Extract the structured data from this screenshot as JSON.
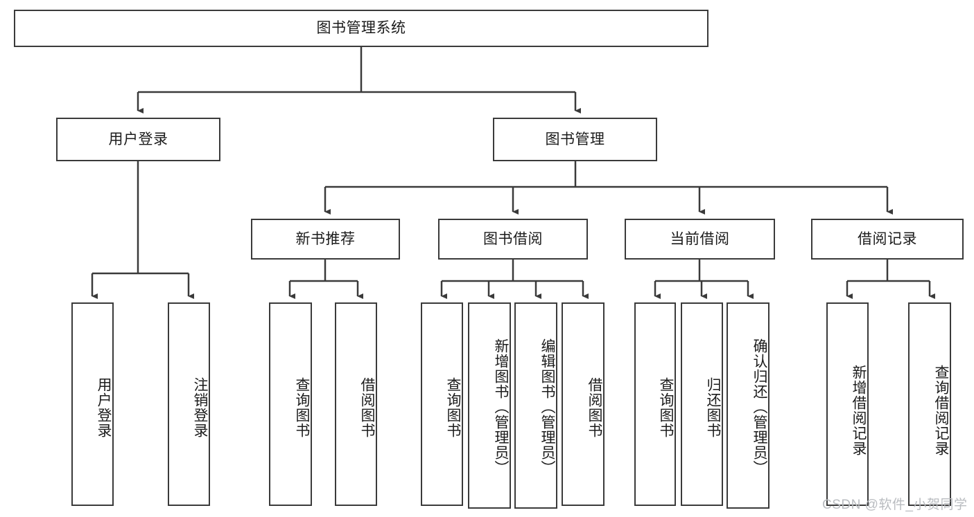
{
  "diagram": {
    "type": "tree-hierarchy",
    "root": {
      "label": "图书管理系统"
    },
    "level2": [
      {
        "label": "用户登录"
      },
      {
        "label": "图书管理"
      }
    ],
    "level3": [
      {
        "label": "新书推荐"
      },
      {
        "label": "图书借阅"
      },
      {
        "label": "当前借阅"
      },
      {
        "label": "借阅记录"
      }
    ],
    "leaves": [
      {
        "label": "用户登录",
        "parent": "用户登录"
      },
      {
        "label": "注销登录",
        "parent": "用户登录"
      },
      {
        "label": "查询图书",
        "parent": "新书推荐"
      },
      {
        "label": "借阅图书",
        "parent": "新书推荐"
      },
      {
        "label": "查询图书",
        "parent": "图书借阅"
      },
      {
        "label": "新增图书（管理员）",
        "parent": "图书借阅"
      },
      {
        "label": "编辑图书（管理员）",
        "parent": "图书借阅"
      },
      {
        "label": "借阅图书",
        "parent": "图书借阅"
      },
      {
        "label": "查询图书",
        "parent": "当前借阅"
      },
      {
        "label": "归还图书",
        "parent": "当前借阅"
      },
      {
        "label": "确认归还（管理员）",
        "parent": "当前借阅"
      },
      {
        "label": "新增借阅记录",
        "parent": "借阅记录"
      },
      {
        "label": "查询借阅记录",
        "parent": "借阅记录"
      }
    ],
    "watermark": "CSDN @软件_小贺同学",
    "colors": {
      "stroke": "#3a3a3a",
      "background": "#ffffff",
      "text": "#1b1b1b",
      "watermark": "#b9bcc0"
    }
  }
}
